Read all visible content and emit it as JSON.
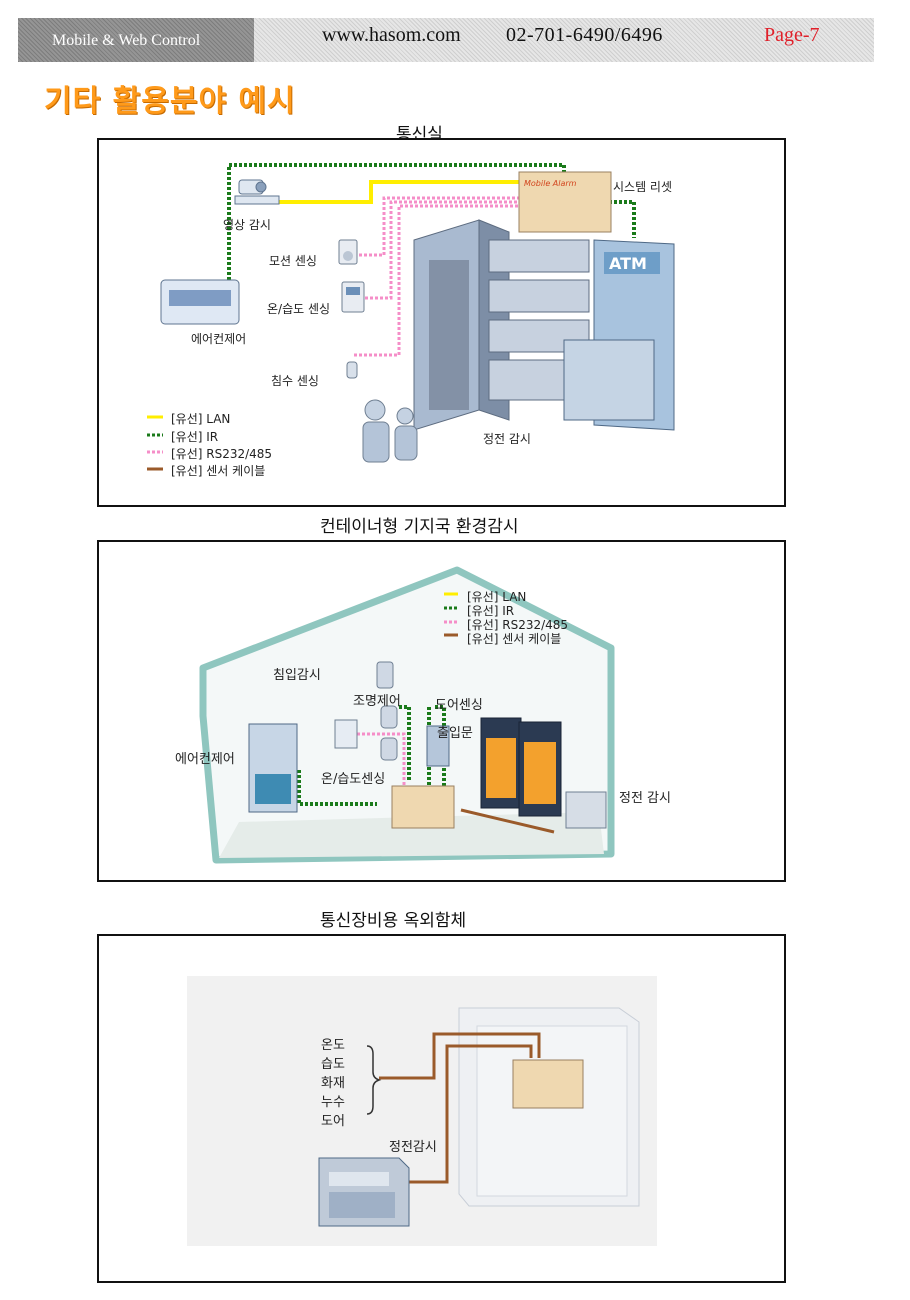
{
  "header": {
    "brand": "Mobile & Web Control",
    "url": "www.hasom.com",
    "phone": "02-701-6490/6496",
    "page": "Page-7"
  },
  "title": "기타 활용분야 예시",
  "sections": [
    {
      "caption": "통신실",
      "labels": {
        "system_reset": "시스템 리셋",
        "video": "영상 감시",
        "motion": "모션 센싱",
        "temp_humid": "온/습도 센싱",
        "aircon": "에어컨제어",
        "flood": "침수 센싱",
        "power": "정전 감시",
        "alarm_device": "Mobile Alarm",
        "atm": "ATM"
      },
      "legend": [
        {
          "text": "[유선] LAN",
          "color": "#ffee00"
        },
        {
          "text": "[유선] IR",
          "color": "#1a7a1a"
        },
        {
          "text": "[유선] RS232/485",
          "color": "#f58ec8"
        },
        {
          "text": "[유선] 센서 케이블",
          "color": "#9a5a2a"
        }
      ]
    },
    {
      "caption": "컨테이너형 기지국 환경감시",
      "labels": {
        "intrusion": "침입감시",
        "lighting": "조명제어",
        "door_sensor": "도어센싱",
        "entrance": "출입문",
        "aircon": "에어컨제어",
        "temp_humid": "온/습도센싱",
        "power": "정전 감시"
      },
      "legend": [
        {
          "text": "[유선] LAN",
          "color": "#ffee00"
        },
        {
          "text": "[유선] IR",
          "color": "#1a7a1a"
        },
        {
          "text": "[유선] RS232/485",
          "color": "#f58ec8"
        },
        {
          "text": "[유선] 센서 케이블",
          "color": "#9a5a2a"
        }
      ]
    },
    {
      "caption": "통신장비용 옥외함체",
      "labels": {
        "sensors": [
          "온도",
          "습도",
          "화재",
          "누수",
          "도어"
        ],
        "power": "정전감시"
      }
    }
  ]
}
